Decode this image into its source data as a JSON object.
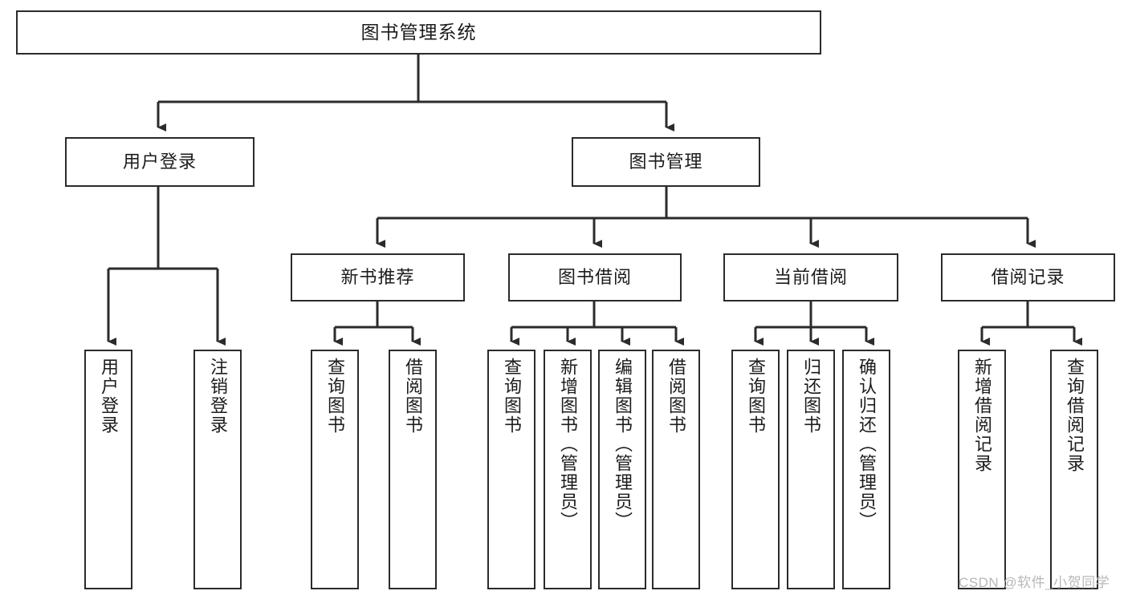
{
  "diagram": {
    "title": "图书管理系统",
    "watermark": "CSDN @软件_小贺同学",
    "colors": {
      "box_border": "#2b2b2b",
      "box_fill": "#ffffff",
      "edge": "#2b2b2b",
      "text": "#1c1c1c",
      "watermark": "#b8b8b8"
    },
    "root": {
      "label": "图书管理系统"
    },
    "level2": [
      {
        "label": "用户登录"
      },
      {
        "label": "图书管理"
      }
    ],
    "level3": [
      {
        "label": "新书推荐"
      },
      {
        "label": "图书借阅"
      },
      {
        "label": "当前借阅"
      },
      {
        "label": "借阅记录"
      }
    ],
    "leaves": {
      "user_login": [
        {
          "label": "用户登录"
        },
        {
          "label": "注销登录"
        }
      ],
      "new_book_recommend": [
        {
          "label": "查询图书"
        },
        {
          "label": "借阅图书"
        }
      ],
      "book_borrow": [
        {
          "label": "查询图书"
        },
        {
          "label": "新增图书（管理员）"
        },
        {
          "label": "编辑图书（管理员）"
        },
        {
          "label": "借阅图书"
        }
      ],
      "current_borrow": [
        {
          "label": "查询图书"
        },
        {
          "label": "归还图书"
        },
        {
          "label": "确认归还（管理员）"
        }
      ],
      "borrow_record": [
        {
          "label": "新增借阅记录"
        },
        {
          "label": "查询借阅记录"
        }
      ]
    }
  }
}
